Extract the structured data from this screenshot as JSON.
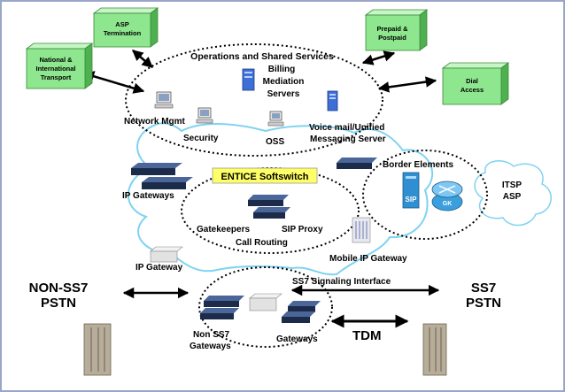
{
  "boxes": {
    "asp_line1": "ASP",
    "asp_line2": "Termination",
    "nat_line1": "National &",
    "nat_line2": "International",
    "nat_line3": "Transport",
    "prepaid_line1": "Prepaid &",
    "prepaid_line2": "Postpaid",
    "dial_line1": "Dial",
    "dial_line2": "Access"
  },
  "labels": {
    "ops_services": "Operations and Shared Services",
    "billing1": "Billing",
    "billing2": "Mediation",
    "billing3": "Servers",
    "network_mgmt": "Network Mgmt",
    "security": "Security",
    "oss": "OSS",
    "voicemail1": "Voice mail/Unified",
    "voicemail2": "Messaging Server",
    "border_elements": "Border Elements",
    "itsp1": "ITSP",
    "itsp2": "ASP",
    "sip": "SIP",
    "gk": "GK",
    "softswitch": "ENTICE Softswitch",
    "ip_gateways": "IP Gateways",
    "gatekeepers": "Gatekeepers",
    "sip_proxy": "SIP Proxy",
    "call_routing": "Call Routing",
    "ip_gateway": "IP Gateway",
    "mobile_ip_gateway": "Mobile IP Gateway",
    "non_ss7_1": "NON-SS7",
    "non_ss7_2": "PSTN",
    "ss7_1": "SS7",
    "ss7_2": "PSTN",
    "ss7_signaling": "SS7 Signaling Interface",
    "non_ss7_gw1": "Non SS7",
    "non_ss7_gw2": "Gateways",
    "gateways": "Gateways",
    "tdm": "TDM"
  },
  "colors": {
    "box_front": "#8ee68e",
    "box_side": "#4fb04f",
    "box_top": "#c6f5c6",
    "cloud_line": "#7fd3f0",
    "device_dark": "#1c2b4a",
    "device_blue": "#3d5f9e",
    "softswitch_fill": "#ffff66",
    "sip_blue": "#2f8fd0"
  }
}
